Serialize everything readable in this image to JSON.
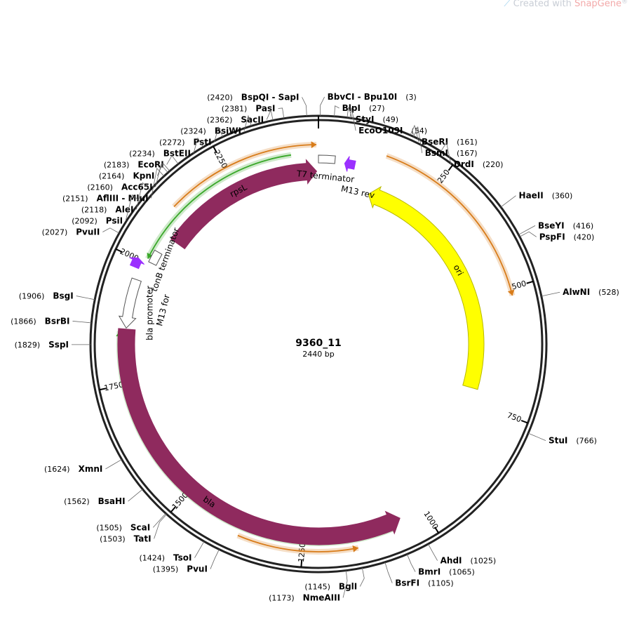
{
  "watermark": {
    "prefix": "Created with ",
    "brand": "SnapGene",
    "suffix": "®"
  },
  "plasmid": {
    "name": "9360_11",
    "length_label": "2440 bp",
    "length": 2440
  },
  "ticks": [
    {
      "pos": 250,
      "label": "250"
    },
    {
      "pos": 500,
      "label": "500"
    },
    {
      "pos": 750,
      "label": "750"
    },
    {
      "pos": 1000,
      "label": "1000"
    },
    {
      "pos": 1250,
      "label": "1250"
    },
    {
      "pos": 1500,
      "label": "1500"
    },
    {
      "pos": 1750,
      "label": "1750"
    },
    {
      "pos": 2000,
      "label": "2000"
    },
    {
      "pos": 2250,
      "label": "2250"
    }
  ],
  "sites": [
    {
      "pos": 3,
      "text": "BbvCI  - Bpu10I",
      "num": "(3)",
      "side": "right"
    },
    {
      "pos": 27,
      "text": "BlpI",
      "num": "(27)",
      "side": "right"
    },
    {
      "pos": 49,
      "text": "StyI",
      "num": "(49)",
      "side": "right"
    },
    {
      "pos": 54,
      "text": "EcoO109I",
      "num": "(54)",
      "side": "right"
    },
    {
      "pos": 161,
      "text": "BseRI",
      "num": "(161)",
      "side": "right"
    },
    {
      "pos": 167,
      "text": "BsmI",
      "num": "(167)",
      "side": "right"
    },
    {
      "pos": 220,
      "text": "DrdI",
      "num": "(220)",
      "side": "right"
    },
    {
      "pos": 360,
      "text": "HaeII",
      "num": "(360)",
      "side": "right"
    },
    {
      "pos": 416,
      "text": "BseYI",
      "num": "(416)",
      "side": "right"
    },
    {
      "pos": 420,
      "text": "PspFI",
      "num": "(420)",
      "side": "right"
    },
    {
      "pos": 528,
      "text": "AlwNI",
      "num": "(528)",
      "side": "right"
    },
    {
      "pos": 766,
      "text": "StuI",
      "num": "(766)",
      "side": "right"
    },
    {
      "pos": 1025,
      "text": "AhdI",
      "num": "(1025)",
      "side": "right"
    },
    {
      "pos": 1065,
      "text": "BmrI",
      "num": "(1065)",
      "side": "right"
    },
    {
      "pos": 1105,
      "text": "BsrFI",
      "num": "(1105)",
      "side": "right"
    },
    {
      "pos": 1145,
      "text": "BglI",
      "num": "(1145)",
      "side": "left"
    },
    {
      "pos": 1173,
      "text": "NmeAIII",
      "num": "(1173)",
      "side": "left"
    },
    {
      "pos": 1395,
      "text": "PvuI",
      "num": "(1395)",
      "side": "left"
    },
    {
      "pos": 1424,
      "text": "TsoI",
      "num": "(1424)",
      "side": "left"
    },
    {
      "pos": 1503,
      "text": "TatI",
      "num": "(1503)",
      "side": "left"
    },
    {
      "pos": 1505,
      "text": "ScaI",
      "num": "(1505)",
      "side": "left"
    },
    {
      "pos": 1562,
      "text": "BsaHI",
      "num": "(1562)",
      "side": "left"
    },
    {
      "pos": 1624,
      "text": "XmnI",
      "num": "(1624)",
      "side": "left"
    },
    {
      "pos": 1829,
      "text": "SspI",
      "num": "(1829)",
      "side": "left"
    },
    {
      "pos": 1866,
      "text": "BsrBI",
      "num": "(1866)",
      "side": "left"
    },
    {
      "pos": 1906,
      "text": "BsgI",
      "num": "(1906)",
      "side": "left"
    },
    {
      "pos": 2027,
      "text": "PvuII",
      "num": "(2027)",
      "side": "left"
    },
    {
      "pos": 2092,
      "text": "PsiI",
      "num": "(2092)",
      "side": "left"
    },
    {
      "pos": 2118,
      "text": "AleI",
      "num": "(2118)",
      "side": "left"
    },
    {
      "pos": 2151,
      "text": "AflIII  - MluI",
      "num": "(2151)",
      "side": "left"
    },
    {
      "pos": 2160,
      "text": "Acc65I",
      "num": "(2160)",
      "side": "left"
    },
    {
      "pos": 2164,
      "text": "KpnI",
      "num": "(2164)",
      "side": "left"
    },
    {
      "pos": 2183,
      "text": "EcoRI",
      "num": "(2183)",
      "side": "left"
    },
    {
      "pos": 2234,
      "text": "BstEII",
      "num": "(2234)",
      "side": "left"
    },
    {
      "pos": 2272,
      "text": "PstI",
      "num": "(2272)",
      "side": "left"
    },
    {
      "pos": 2324,
      "text": "BsiWI",
      "num": "(2324)",
      "side": "left"
    },
    {
      "pos": 2362,
      "text": "SacII",
      "num": "(2362)",
      "side": "left"
    },
    {
      "pos": 2381,
      "text": "PasI",
      "num": "(2381)",
      "side": "left"
    },
    {
      "pos": 2420,
      "text": "BspQI  - SapI",
      "num": "(2420)",
      "side": "left"
    }
  ],
  "features": [
    {
      "name": "rpsL",
      "color": "#8f2a5e",
      "kind": "arrow",
      "direction": "cw",
      "start": 2070,
      "end": 2436,
      "label": "rpsL"
    },
    {
      "name": "bla",
      "color": "#8f2a5e",
      "kind": "arrow",
      "direction": "ccw",
      "start": 1050,
      "end": 1860,
      "label": "bla"
    },
    {
      "name": "ori",
      "color": "#ffff00",
      "kind": "arrow",
      "direction": "ccw",
      "start": 125,
      "end": 718,
      "label": "ori"
    },
    {
      "name": "bla promoter",
      "color": "#ffffff",
      "kind": "arrow",
      "direction": "ccw",
      "start": 1862,
      "end": 1962,
      "label": "bla promoter"
    },
    {
      "name": "tonB terminator",
      "color": "#ffffff",
      "kind": "box",
      "start": 2005,
      "end": 2032,
      "label": "tonB terminator"
    },
    {
      "name": "T7 terminator",
      "color": "#ffffff",
      "kind": "box",
      "start": 2440,
      "end": 35,
      "label": "T7 terminator"
    },
    {
      "name": "M13 rev",
      "color": "#9b30ff",
      "kind": "arrow",
      "direction": "ccw",
      "start": 56,
      "end": 78,
      "label": "M13 rev"
    },
    {
      "name": "M13 for",
      "color": "#9b30ff",
      "kind": "arrow",
      "direction": "cw",
      "start": 1984,
      "end": 2003,
      "label": "M13 for"
    }
  ],
  "orfs": [
    {
      "color": "#d87c1a",
      "direction": "cw",
      "start": 2125,
      "end": 2436
    },
    {
      "color": "#d87c1a",
      "direction": "cw",
      "start": 135,
      "end": 515
    },
    {
      "color": "#d87c1a",
      "direction": "ccw",
      "start": 1145,
      "end": 1375
    },
    {
      "color": "#3aa82a",
      "direction": "ccw",
      "start": 2010,
      "end": 2384
    },
    {
      "color": "#3aa82a",
      "direction": "cw",
      "start": 1070,
      "end": 1855
    }
  ]
}
